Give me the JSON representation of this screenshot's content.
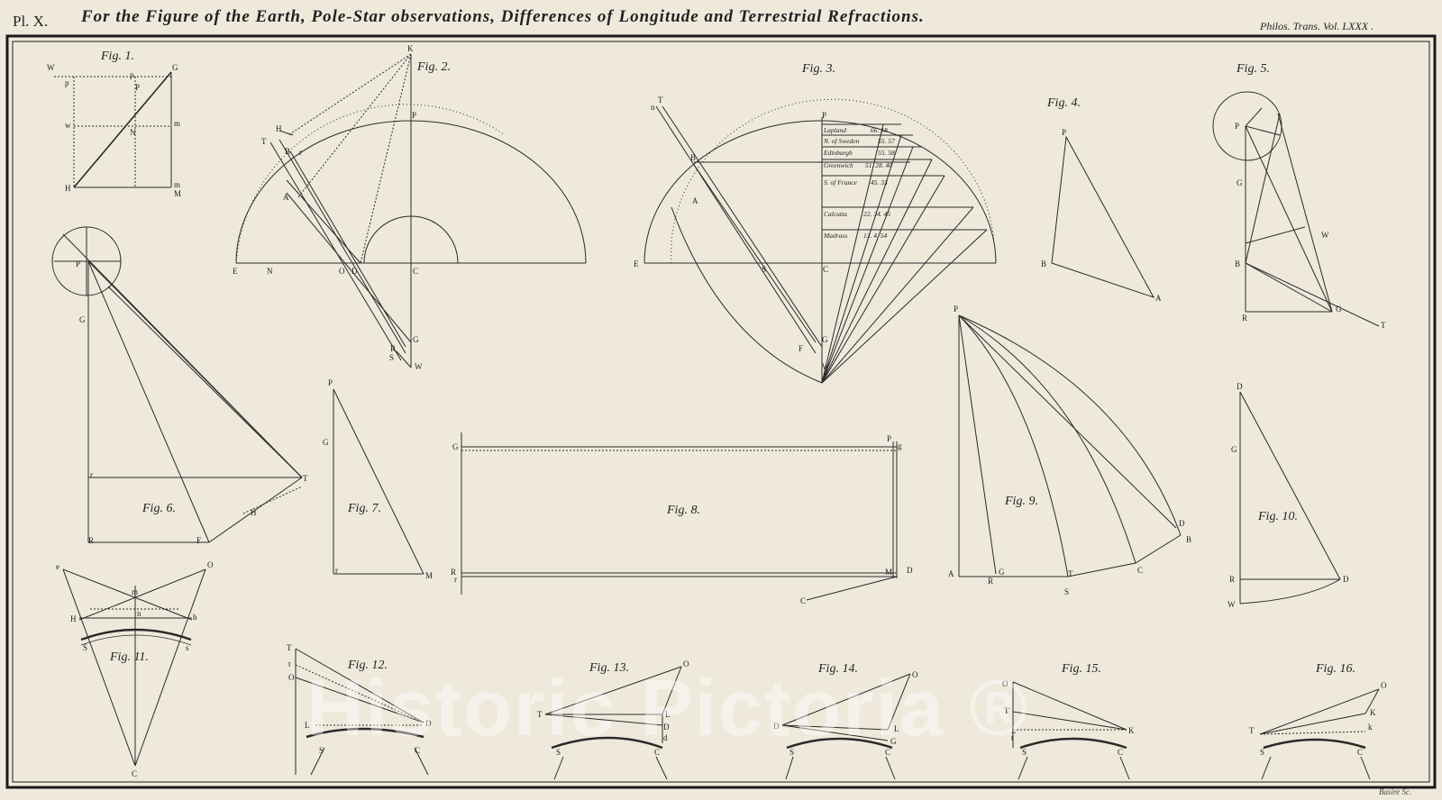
{
  "header": {
    "plate_number": "Pl. X.",
    "title": "For the Figure of the Earth, Pole-Star observations, Differences of Longitude and Terrestrial Refractions.",
    "journal_ref": "Philos. Trans. Vol. LXXX ."
  },
  "figures": {
    "fig1": "Fig. 1.",
    "fig2": "Fig. 2.",
    "fig3": "Fig. 3.",
    "fig4": "Fig. 4.",
    "fig5": "Fig. 5.",
    "fig6": "Fig. 6.",
    "fig7": "Fig. 7.",
    "fig8": "Fig. 8.",
    "fig9": "Fig. 9.",
    "fig10": "Fig. 10.",
    "fig11": "Fig. 11.",
    "fig12": "Fig. 12.",
    "fig13": "Fig. 13.",
    "fig14": "Fig. 14.",
    "fig15": "Fig. 15.",
    "fig16": "Fig. 16."
  },
  "fig3_table": [
    {
      "place": "Lapland",
      "value": "66. 18"
    },
    {
      "place": "N. of Sweden",
      "value": "55. 57"
    },
    {
      "place": "Edinburgh",
      "value": "55. 58"
    },
    {
      "place": "Greenwich",
      "value": "51. 28. 40"
    },
    {
      "place": "S. of France",
      "value": "45. 33"
    },
    {
      "place": "Calcutta",
      "value": "22. 34. 45"
    },
    {
      "place": "Madrass",
      "value": "13. 4. 54"
    }
  ],
  "labels": {
    "W": "W",
    "G": "G",
    "P": "P",
    "N": "N",
    "H": "H",
    "M": "M",
    "m": "m",
    "p": "p",
    "w": "w",
    "K": "K",
    "T": "T",
    "B": "B",
    "r": "r",
    "A": "A",
    "E": "E",
    "O": "O",
    "D": "D",
    "C": "C",
    "R": "R",
    "S": "S",
    "F": "F",
    "n": "n",
    "L": "L",
    "d": "d",
    "g": "g",
    "h": "h",
    "s": "s",
    "e": "e",
    "t": "t",
    "k": "k",
    "l": "l"
  },
  "engraver": "Basire Sc.",
  "watermark": "Historic Pictoria ®",
  "colors": {
    "paper": "#efe9dc",
    "ink": "#222222",
    "border": "#1a1a1a"
  }
}
